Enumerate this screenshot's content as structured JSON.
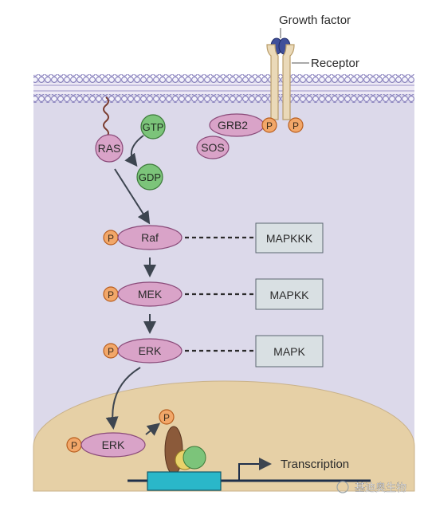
{
  "labels": {
    "growth_factor": "Growth factor",
    "receptor": "Receptor",
    "grb2": "GRB2",
    "sos": "SOS",
    "ras": "RAS",
    "gtp": "GTP",
    "gdp": "GDP",
    "raf": "Raf",
    "mek": "MEK",
    "erk": "ERK",
    "erk_nucleus": "ERK",
    "phospho": "P",
    "transcription": "Transcription",
    "watermark": "基迪奥生物"
  },
  "boxes": {
    "mapkkk": "MAPKKK",
    "mapkk": "MAPKK",
    "mapk": "MAPK"
  },
  "colors": {
    "cytoplasm": "#dcd9ea",
    "nucleus": "#e6d0a6",
    "protein_pink": "#d9a3c8",
    "protein_green": "#7cc47a",
    "phospho_orange": "#f2a769",
    "box_gray": "#d9e0e3",
    "membrane_lipid": "#8e86c0",
    "dna_block": "#2ab7c9"
  }
}
